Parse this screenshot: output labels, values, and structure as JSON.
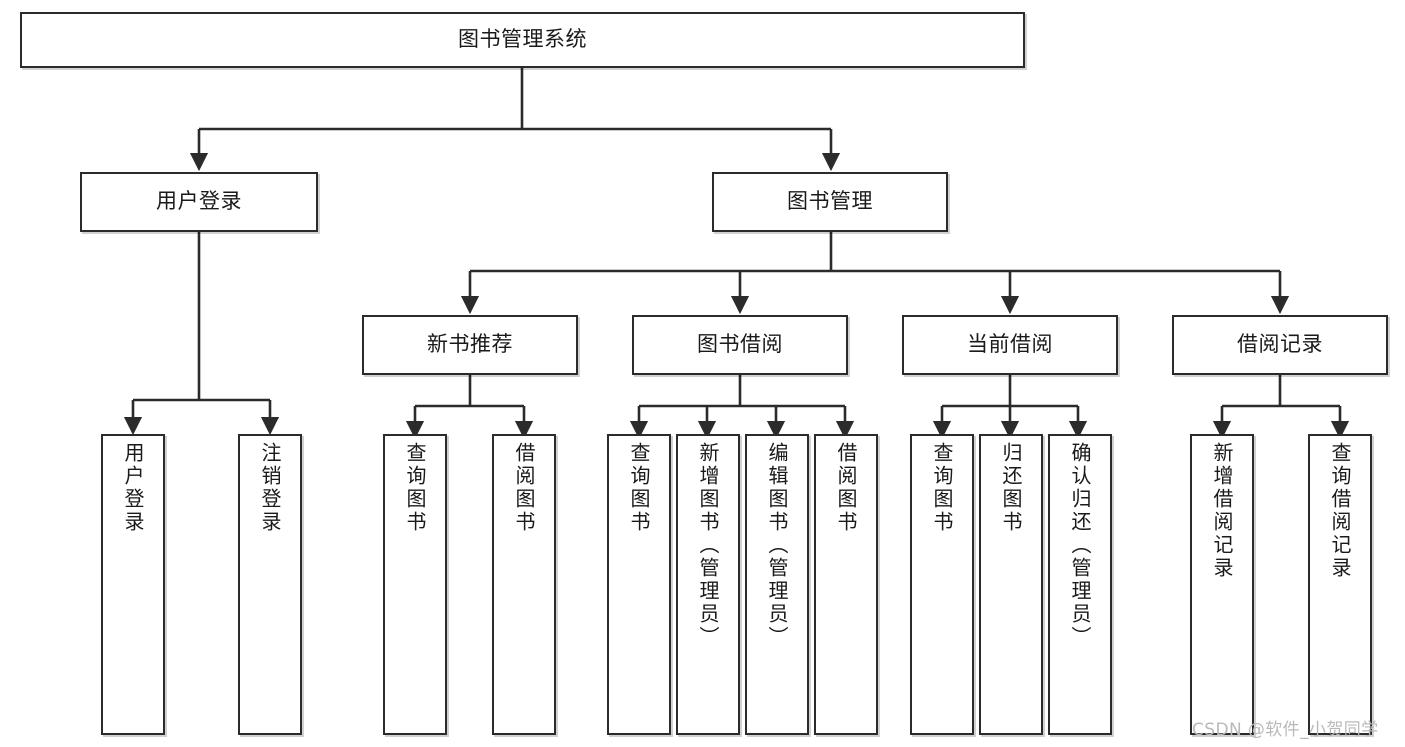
{
  "diagram": {
    "title": "图书管理系统",
    "type": "tree-hierarchy-diagram",
    "root": {
      "id": "root",
      "label": "图书管理系统"
    },
    "level2": [
      {
        "id": "user-login",
        "label": "用户登录"
      },
      {
        "id": "book-management",
        "label": "图书管理"
      }
    ],
    "level3": [
      {
        "id": "new-book-recommend",
        "label": "新书推荐",
        "parent": "book-management"
      },
      {
        "id": "book-borrow",
        "label": "图书借阅",
        "parent": "book-management"
      },
      {
        "id": "current-borrow",
        "label": "当前借阅",
        "parent": "book-management"
      },
      {
        "id": "borrow-record",
        "label": "借阅记录",
        "parent": "book-management"
      }
    ],
    "leaves": {
      "user_login": [
        {
          "id": "leaf-user-login",
          "label": "用户登录"
        },
        {
          "id": "leaf-user-logout",
          "label": "注销登录"
        }
      ],
      "new_book_recommend": [
        {
          "id": "leaf-query-book-1",
          "label": "查询图书"
        },
        {
          "id": "leaf-borrow-book-1",
          "label": "借阅图书"
        }
      ],
      "book_borrow": [
        {
          "id": "leaf-query-book-2",
          "label": "查询图书"
        },
        {
          "id": "leaf-add-book",
          "label": "新增图书（管理员）"
        },
        {
          "id": "leaf-edit-book",
          "label": "编辑图书（管理员）"
        },
        {
          "id": "leaf-borrow-book-2",
          "label": "借阅图书"
        }
      ],
      "current_borrow": [
        {
          "id": "leaf-query-book-3",
          "label": "查询图书"
        },
        {
          "id": "leaf-return-book",
          "label": "归还图书"
        },
        {
          "id": "leaf-confirm-return",
          "label": "确认归还（管理员）"
        }
      ],
      "borrow_record": [
        {
          "id": "leaf-add-record",
          "label": "新增借阅记录"
        },
        {
          "id": "leaf-query-record",
          "label": "查询借阅记录"
        }
      ]
    }
  },
  "watermark": {
    "text": "CSDN @软件_小贺同学"
  },
  "colors": {
    "stroke": "#2b2b2b",
    "box_fill": "#ffffff",
    "text": "#1a1a1a",
    "watermark": "#b9b9b9",
    "background": "#ffffff"
  }
}
